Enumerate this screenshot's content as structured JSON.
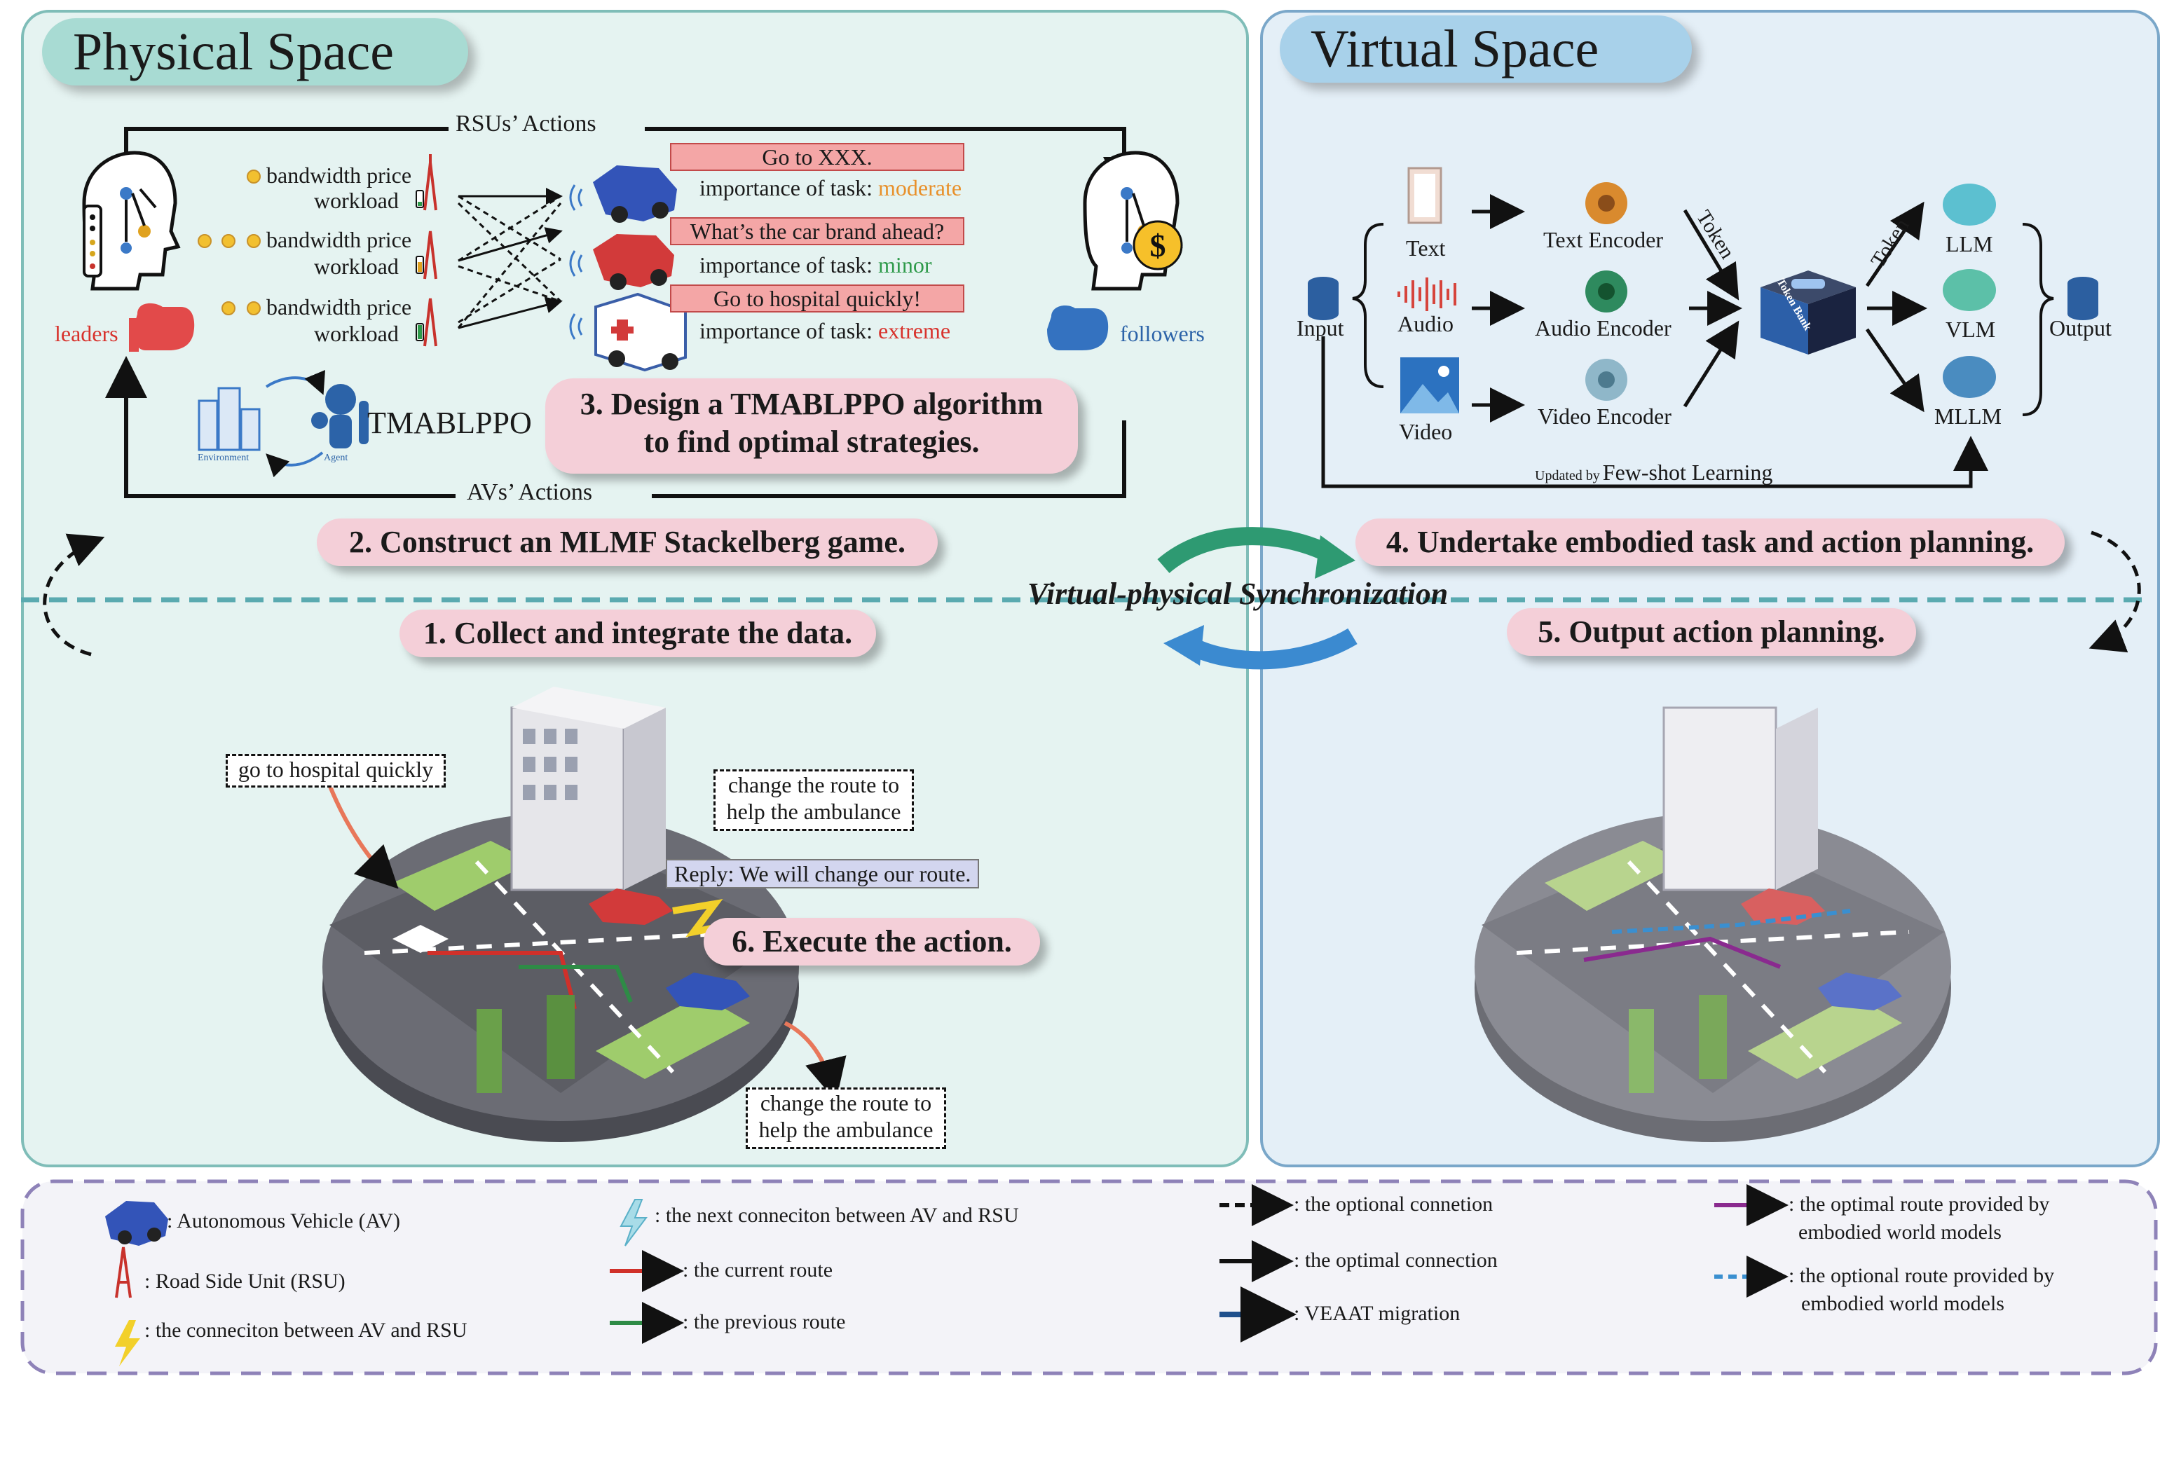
{
  "physical_space": {
    "title": "Physical Space",
    "rsus_actions": "RSUs’ Actions",
    "avs_actions": "AVs’ Actions",
    "leaders": "leaders",
    "followers": "followers",
    "tmablppo": "TMABLPPO",
    "environment": "Environment",
    "agent": "Agent",
    "bandwidth_price": "bandwidth price",
    "workload": "workload",
    "requests": [
      {
        "text": "Go to XXX.",
        "importance_label": "importance of task:",
        "importance": "moderate",
        "importance_color": "#e8902a"
      },
      {
        "text": "What’s the car brand ahead?",
        "importance_label": "importance of task:",
        "importance": "minor",
        "importance_color": "#2e9a4a"
      },
      {
        "text": "Go to hospital quickly!",
        "importance_label": "importance of task:",
        "importance": "extreme",
        "importance_color": "#d8322c"
      }
    ],
    "step3_line1": "3. Design a TMABLPPO algorithm",
    "step3_line2": "to find optimal strategies.",
    "step2": "2. Construct an MLMF Stackelberg game.",
    "step1": "1. Collect and integrate the data.",
    "step6": "6. Execute the action.",
    "go_to_hospital": "go to hospital quickly",
    "change_route_line1": "change the route to",
    "change_route_line2": "help the ambulance",
    "reply": "Reply: We will change our route."
  },
  "virtual_space": {
    "title": "Virtual Space",
    "input": "Input",
    "output": "Output",
    "modalities": [
      "Text",
      "Audio",
      "Video"
    ],
    "encoders": [
      "Text Encoder",
      "Audio Encoder",
      "Video Encoder"
    ],
    "token": "Token",
    "token_bank": "Token Bank",
    "models": [
      "LLM",
      "VLM",
      "MLLM"
    ],
    "updated_by": "Updated by",
    "few_shot": "Few-shot Learning",
    "step4": "4. Undertake embodied task and action planning.",
    "step5": "5. Output action planning."
  },
  "sync_label": "Virtual-physical Synchronization",
  "legend": {
    "av": ": Autonomous Vehicle (AV)",
    "rsu": ": Road Side Unit (RSU)",
    "connection": ": the conneciton between AV and RSU",
    "next_connection": ": the next conneciton between AV and RSU",
    "current_route": ": the current route",
    "previous_route": ": the previous route",
    "optional_connection": ": the optional connetion",
    "optimal_connection": ": the optimal connection",
    "veaat": ": VEAAT migration",
    "optimal_route_l1": ": the optimal route provided by",
    "optimal_route_l2": "embodied world models",
    "optional_route_l1": ": the optional route provided by",
    "optional_route_l2": "embodied world models"
  },
  "colors": {
    "physical_bg": "#e5f3f1",
    "virtual_bg": "#e4eff7",
    "step_pill": "#f4cfd8",
    "request_bubble": "#f4a6a6",
    "current_route": "#d0302a",
    "previous_route": "#2e8b46",
    "optimal_route": "#8a2a8f",
    "optional_route": "#3a8fd0",
    "veaat": "#1e4f8c"
  }
}
